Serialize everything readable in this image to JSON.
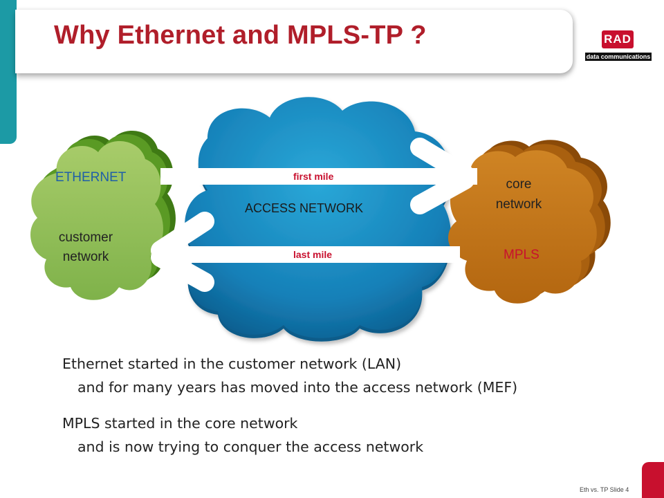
{
  "slide": {
    "title": "Why Ethernet and MPLS-TP ?",
    "footer": "Eth vs. TP Slide 4"
  },
  "logo": {
    "brand": "RAD",
    "tagline": "data communications"
  },
  "diagram": {
    "customer_cloud": {
      "top_label": "ETHERNET",
      "label": "customer\nnetwork",
      "color": "#8fbf52"
    },
    "access_cloud": {
      "label": "ACCESS NETWORK",
      "color": "#1e8fc4"
    },
    "core_cloud": {
      "label": "core\nnetwork",
      "bottom_label": "MPLS",
      "color": "#c8761a"
    },
    "arrow_upper": "first mile",
    "arrow_lower": "last mile"
  },
  "bullets": [
    {
      "main": "Ethernet started in the customer network (LAN)",
      "sub": "and for many years has moved into the access network (MEF)"
    },
    {
      "main": "MPLS started in the core network",
      "sub": "and is now trying to conquer the access network"
    }
  ]
}
